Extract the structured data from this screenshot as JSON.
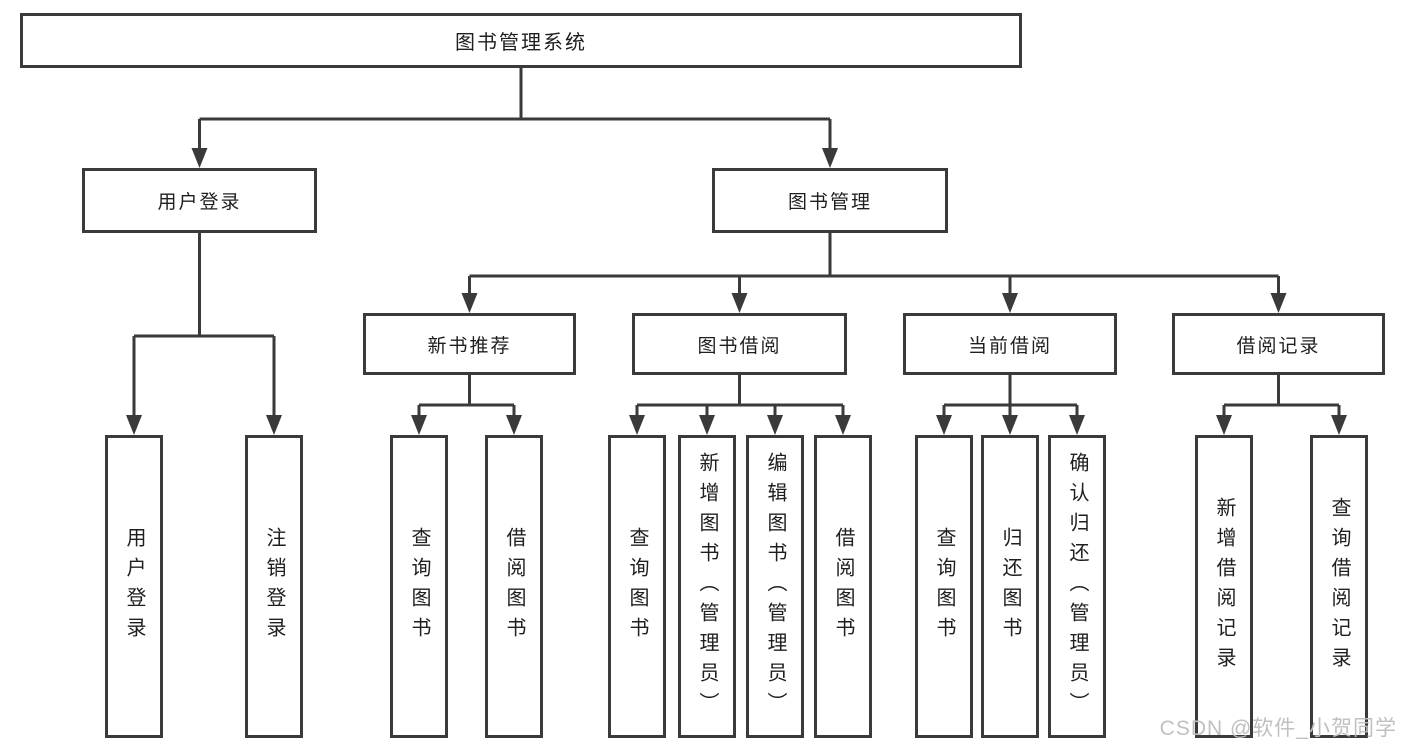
{
  "diagram": {
    "root": {
      "label": "图书管理系统"
    },
    "branches": [
      {
        "label": "用户登录",
        "children": [
          {
            "label": "用户登录"
          },
          {
            "label": "注销登录"
          }
        ]
      },
      {
        "label": "图书管理",
        "children": [
          {
            "label": "新书推荐",
            "children": [
              {
                "label": "查询图书"
              },
              {
                "label": "借阅图书"
              }
            ]
          },
          {
            "label": "图书借阅",
            "children": [
              {
                "label": "查询图书"
              },
              {
                "label": "新增图书（管理员）"
              },
              {
                "label": "编辑图书（管理员）"
              },
              {
                "label": "借阅图书"
              }
            ]
          },
          {
            "label": "当前借阅",
            "children": [
              {
                "label": "查询图书"
              },
              {
                "label": "归还图书"
              },
              {
                "label": "确认归还（管理员）"
              }
            ]
          },
          {
            "label": "借阅记录",
            "children": [
              {
                "label": "新增借阅记录"
              },
              {
                "label": "查询借阅记录"
              }
            ]
          }
        ]
      }
    ],
    "watermark": "CSDN @软件_小贺同学",
    "colors": {
      "line": "#3a3a3a",
      "text": "#1f1f1f",
      "watermark": "#c0c0c0",
      "background": "#ffffff"
    }
  }
}
